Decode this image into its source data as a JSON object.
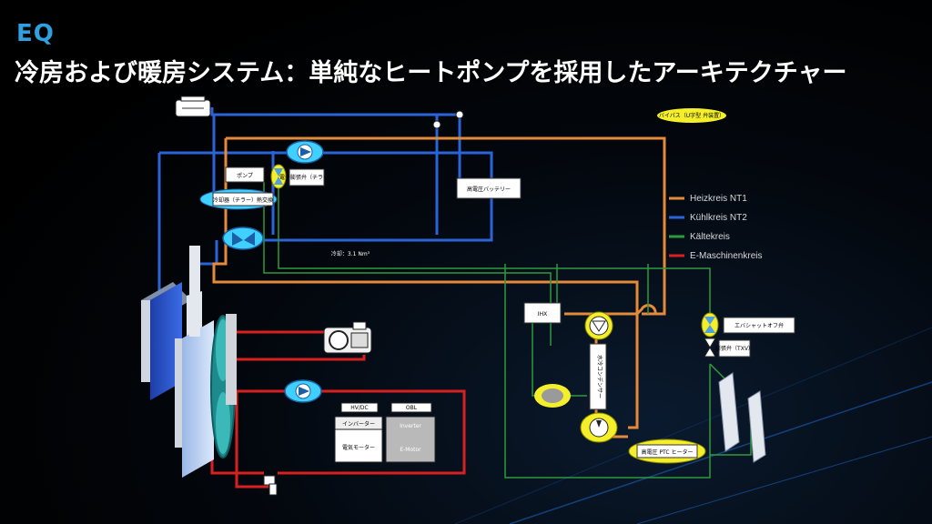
{
  "brand": {
    "logo": "EQ"
  },
  "title": "冷房および暖房システム：単純なヒートポンプを採用したアーキテクチャー",
  "legend": {
    "heizkreis": "Heizkreis NT1",
    "kuehlkreis": "Kühlkreis NT2",
    "kaeltekreis": "Kältekreis",
    "emaschinen": "E-Maschinenkreis"
  },
  "colors": {
    "heizkreis": "#e58a3a",
    "kuehlkreis": "#2b63d9",
    "kaeltekreis": "#2e9a3c",
    "emaschinen": "#d92020"
  },
  "labels": {
    "top_right_badge": "バイパス（U字型 弁装置）",
    "box_pump_top": "ポンプ",
    "valve_left": "電子膨張弁（チラー）",
    "chiller": "冷却器（チラー）熱交換",
    "hv_battery": "高電圧バッテリー",
    "cooling_value": "冷却：3.1 Nm³",
    "ihx": "IHX",
    "condenser_vertical": "水冷コンデンサー",
    "shutoff_valve": "エバシャットオフ弁",
    "valve_right": "膨張弁（TXV）",
    "ptc": "高電圧 PTC ヒーター",
    "box_hv": "HV/DC",
    "box_obl": "OBL",
    "box_inverter": "インバーター",
    "box_inverter_gray": "Inverter",
    "box_motor": "電気モーター",
    "box_emotor_gray": "E-Motor"
  },
  "icons": {
    "pump": "pump-icon",
    "valve": "valve-icon",
    "fan": "fan-icon",
    "compressor": "compressor-icon",
    "radiator": "radiator-icon",
    "accumulator": "accumulator-icon"
  }
}
